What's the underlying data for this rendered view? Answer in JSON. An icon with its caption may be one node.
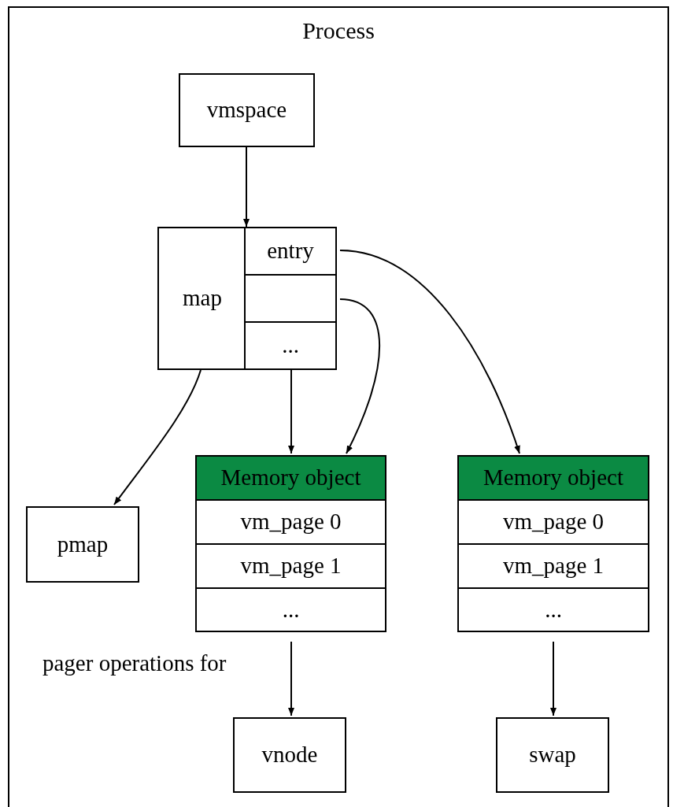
{
  "diagram": {
    "nodes": [
      {
        "text": [
          "Process"
        ]
      },
      {
        "text": [
          "vmspace"
        ],
        "in": 0
      },
      {
        "text": [
          "map"
        ],
        "in": 0
      },
      {
        "text": [
          "entry"
        ],
        "in": 2
      },
      {
        "text": [],
        "shape": "box",
        "in": 2
      },
      {
        "text": [
          "..."
        ],
        "in": 2
      },
      {
        "text": [
          "Memory object"
        ],
        "in": 0
      },
      {
        "text": [
          "vm_page 0"
        ],
        "in": 6
      },
      {
        "text": [
          "vm_page 1"
        ],
        "in": 6
      },
      {
        "text": [
          "..."
        ],
        "in": 6
      },
      {
        "text": [
          "Memory object"
        ],
        "in": 0
      },
      {
        "text": [
          "vm_page 0"
        ],
        "in": 10
      },
      {
        "text": [
          "vm_page 1"
        ],
        "in": 10
      },
      {
        "text": [
          "..."
        ],
        "in": 10
      },
      {
        "text": [
          "pmap"
        ],
        "in": 0
      },
      {
        "text": [
          "vnode"
        ],
        "in": 0
      },
      {
        "text": [
          "swap"
        ],
        "in": 0
      }
    ],
    "edges": [
      {
        "from": 1,
        "to": 2,
        "arrow": "to"
      },
      {
        "from": 3,
        "to": 10,
        "arrow": "to"
      },
      {
        "from": 4,
        "to": 6,
        "arrow": "to"
      },
      {
        "from": 5,
        "to": 6,
        "arrow": "to"
      },
      {
        "from": 2,
        "to": 14,
        "arrow": "to"
      },
      {
        "from": 6,
        "to": 15,
        "arrow": "to",
        "label": "pager operations for"
      },
      {
        "from": 10,
        "to": 16,
        "arrow": "to"
      }
    ]
  }
}
